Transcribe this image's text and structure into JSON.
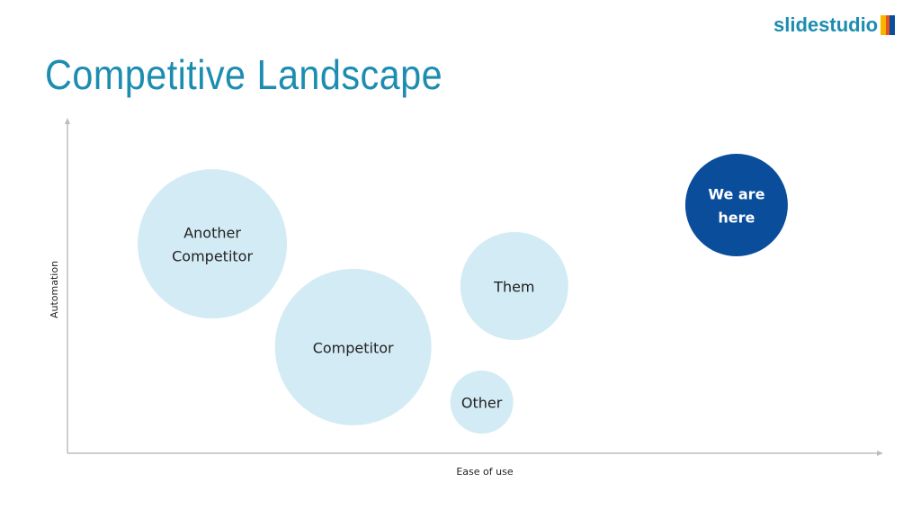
{
  "slide": {
    "title": "Competitive Landscape",
    "logo": "slidestudio"
  },
  "colors": {
    "title": "#1c8db0",
    "bubble": "#d3ebf4",
    "highlight": "#0a4e9b",
    "axis": "#bdbdbd",
    "logo_bars": [
      "#f7b500",
      "#e8501e",
      "#0a4e9b"
    ]
  },
  "chart_data": {
    "type": "bubble",
    "xlabel": "Ease of use",
    "ylabel": "Automation",
    "xlim": [
      0,
      100
    ],
    "ylim": [
      0,
      100
    ],
    "grid": false,
    "points": [
      {
        "label": "Another Competitor",
        "lines": [
          "Another",
          "Competitor"
        ],
        "x": 17.8,
        "y": 63.1,
        "size": 83,
        "highlight": false
      },
      {
        "label": "Competitor",
        "lines": [
          "Competitor"
        ],
        "x": 35.1,
        "y": 32.0,
        "size": 87,
        "highlight": false
      },
      {
        "label": "Them",
        "lines": [
          "Them"
        ],
        "x": 54.9,
        "y": 50.4,
        "size": 60,
        "highlight": false
      },
      {
        "label": "Other",
        "lines": [
          "Other"
        ],
        "x": 50.9,
        "y": 15.4,
        "size": 35,
        "highlight": false
      },
      {
        "label": "We are here",
        "lines": [
          "We are",
          "here"
        ],
        "x": 82.2,
        "y": 74.8,
        "size": 57,
        "highlight": true
      }
    ]
  }
}
